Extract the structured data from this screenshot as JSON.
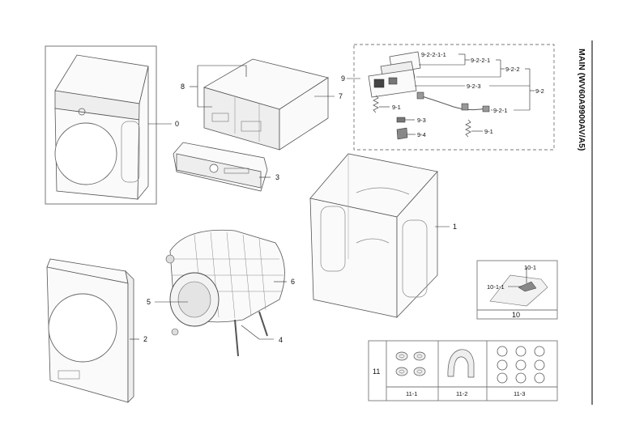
{
  "title": "MAIN (WV60A9900AV/A5)",
  "labels": {
    "l0": "0",
    "l1": "1",
    "l2": "2",
    "l3": "3",
    "l4": "4",
    "l5": "5",
    "l6": "6",
    "l7": "7",
    "l8": "8",
    "l9": "9",
    "l10": "10",
    "l11": "11",
    "l9_1a": "9-1",
    "l9_1b": "9-1",
    "l9_2": "9-2",
    "l9_2_1": "9-2-1",
    "l9_2_2": "9-2-2",
    "l9_2_2_1": "9-2-2-1",
    "l9_2_2_1_1": "9-2-2-1-1",
    "l9_2_3": "9-2-3",
    "l9_3": "9-3",
    "l9_4": "9-4",
    "l10_1": "10-1",
    "l10_1_1": "10-1-1",
    "l11_1": "11-1",
    "l11_2": "11-2",
    "l11_3": "11-3"
  }
}
